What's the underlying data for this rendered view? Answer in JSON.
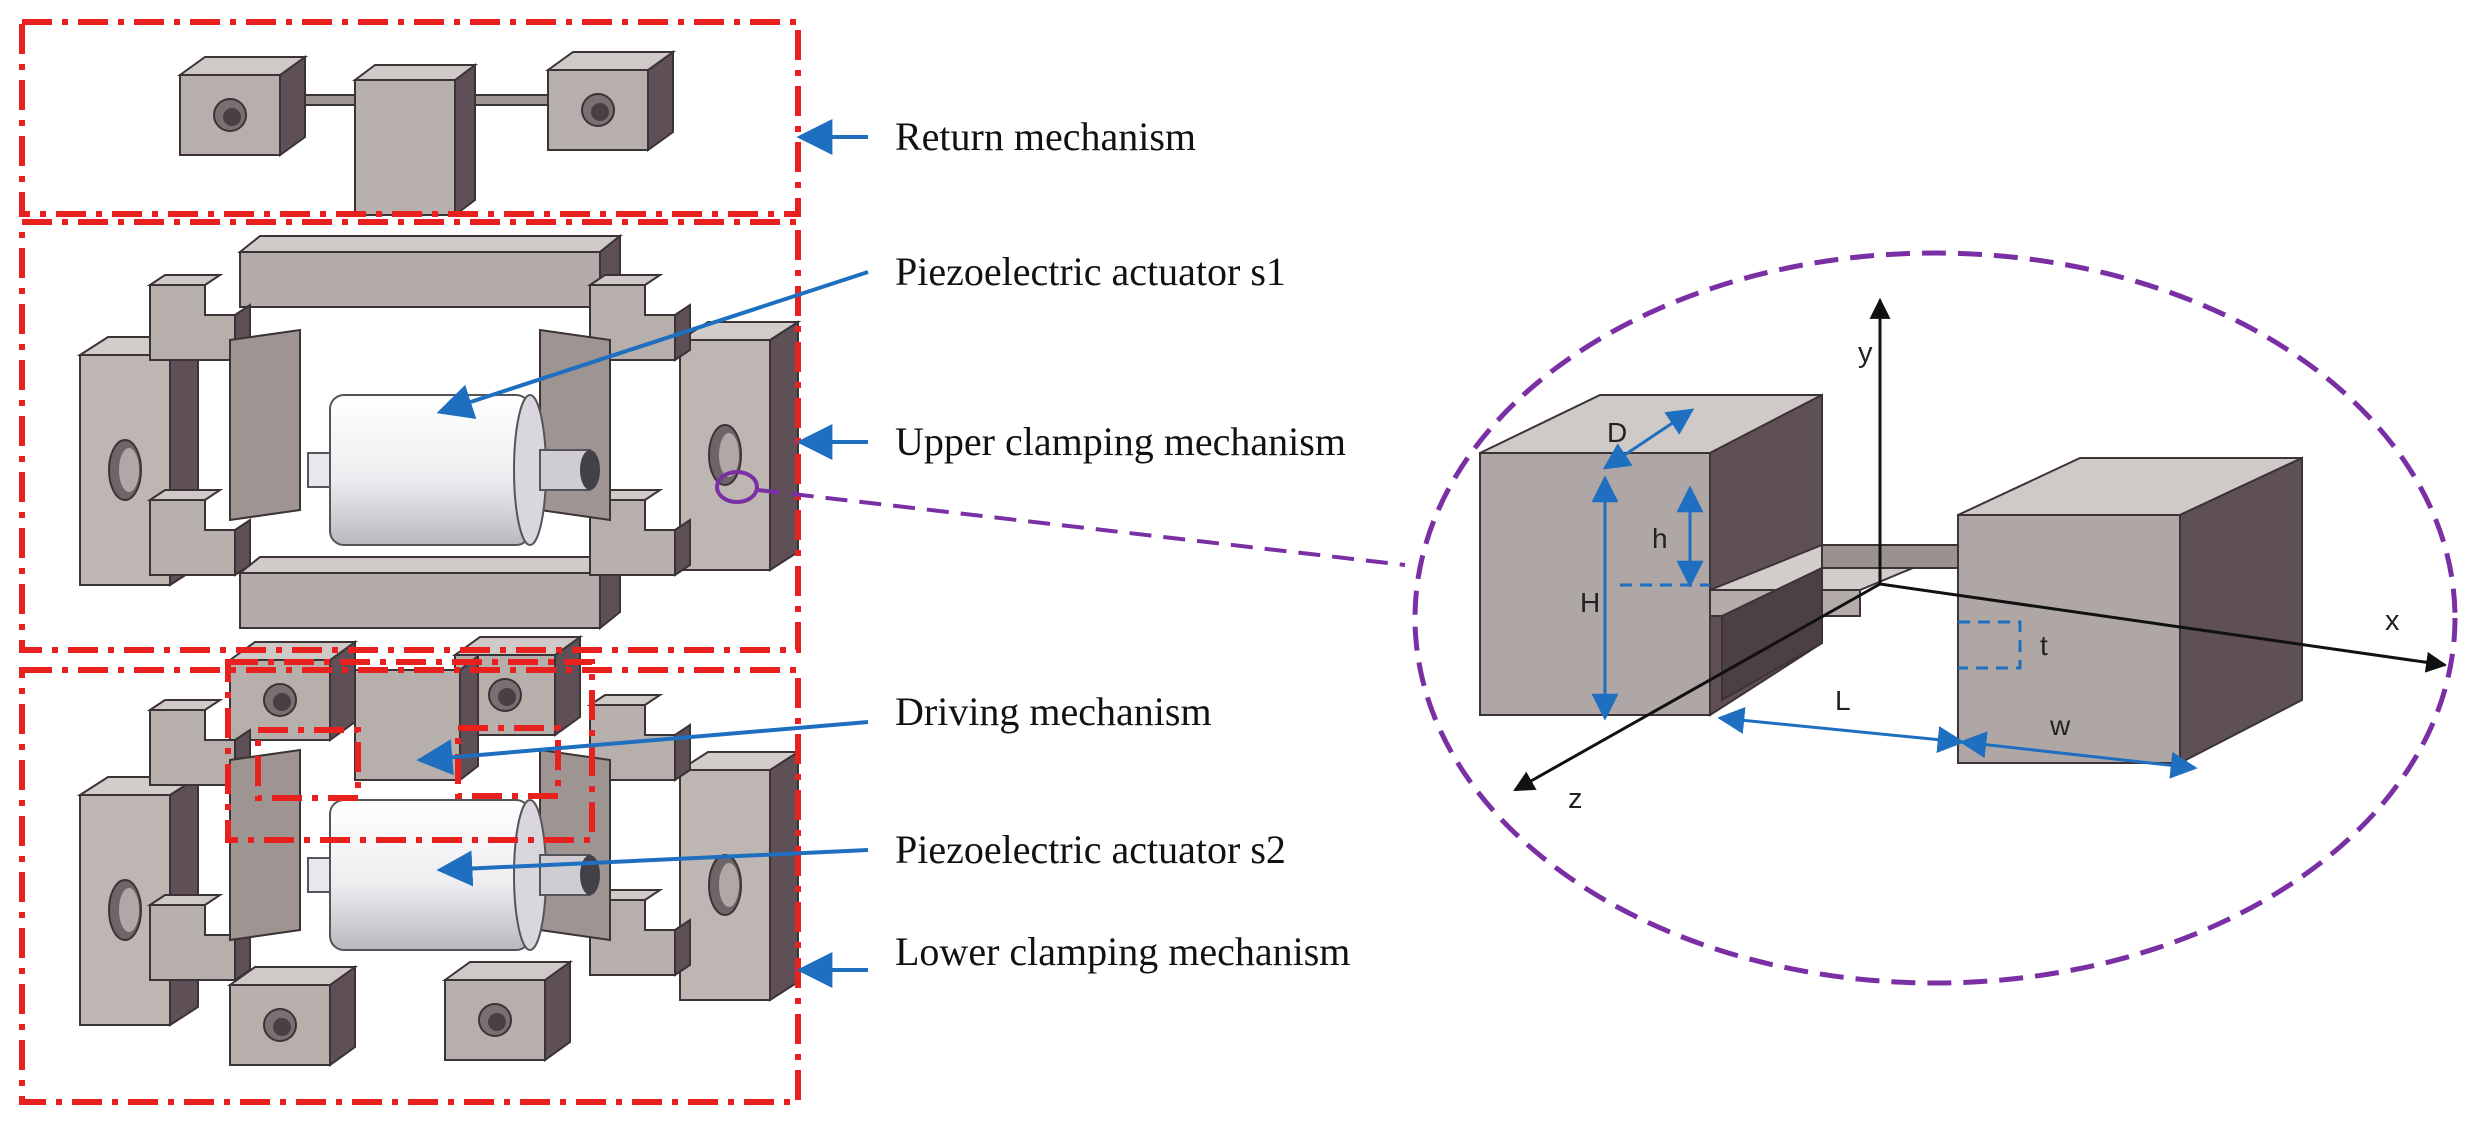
{
  "colors": {
    "mechanism_box": "#e8211f",
    "leader_arrow": "#1e6fc0",
    "zoom_ellipse": "#7a2fa4",
    "metal_light": "#bdb6b3",
    "metal_mid": "#9e9491",
    "metal_dark": "#5e5056",
    "actuator": "#f3f3f5"
  },
  "labels": {
    "return_mechanism": "Return mechanism",
    "actuator_s1": "Piezoelectric actuator s1",
    "upper_clamping": "Upper clamping mechanism",
    "driving_mechanism": "Driving mechanism",
    "actuator_s2": "Piezoelectric actuator s2",
    "lower_clamping": "Lower clamping mechanism"
  },
  "detail": {
    "axes": {
      "x": "x",
      "y": "y",
      "z": "z"
    },
    "dims": {
      "D": "D",
      "h": "h",
      "H": "H",
      "t": "t",
      "L": "L",
      "w": "w"
    }
  }
}
